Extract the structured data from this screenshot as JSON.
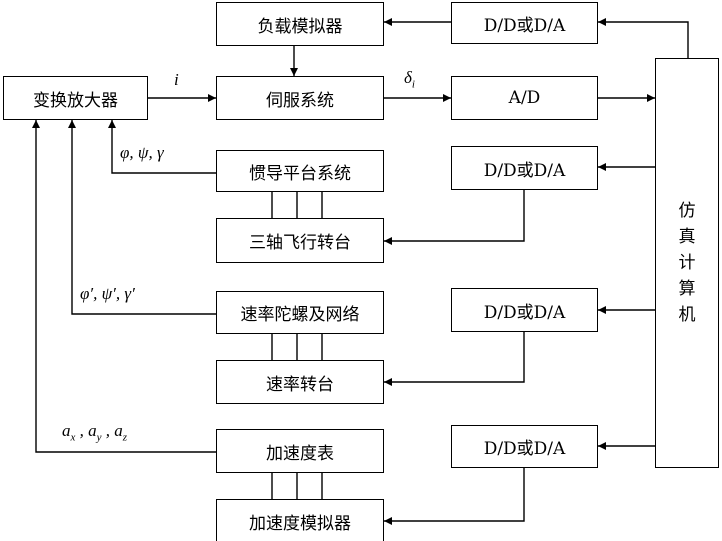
{
  "blocks": {
    "amplifier": "变换放大器",
    "load_simulator": "负载模拟器",
    "servo_system": "伺服系统",
    "inertial_platform": "惯导平台系统",
    "flight_turntable": "三轴飞行转台",
    "rate_gyro_network": "速率陀螺及网络",
    "rate_turntable": "速率转台",
    "accelerometer": "加速度表",
    "accel_simulator": "加速度模拟器",
    "dd_da_1": "D/D或D/A",
    "ad": "A/D",
    "dd_da_2": "D/D或D/A",
    "dd_da_3": "D/D或D/A",
    "dd_da_4": "D/D或D/A",
    "sim_computer": [
      "仿",
      "真",
      "计",
      "算",
      "机"
    ]
  },
  "signals": {
    "current": "i",
    "delta": "δ",
    "delta_sub": "i",
    "angles": "φ, ψ, γ",
    "rates_phi": "φ′, ",
    "rates_psi": "ψ′, ",
    "rates_gamma": "γ′",
    "ax": "a",
    "ax_sub": "x",
    "ay": "a",
    "ay_sub": "y",
    "az": "a",
    "az_sub": "z"
  }
}
